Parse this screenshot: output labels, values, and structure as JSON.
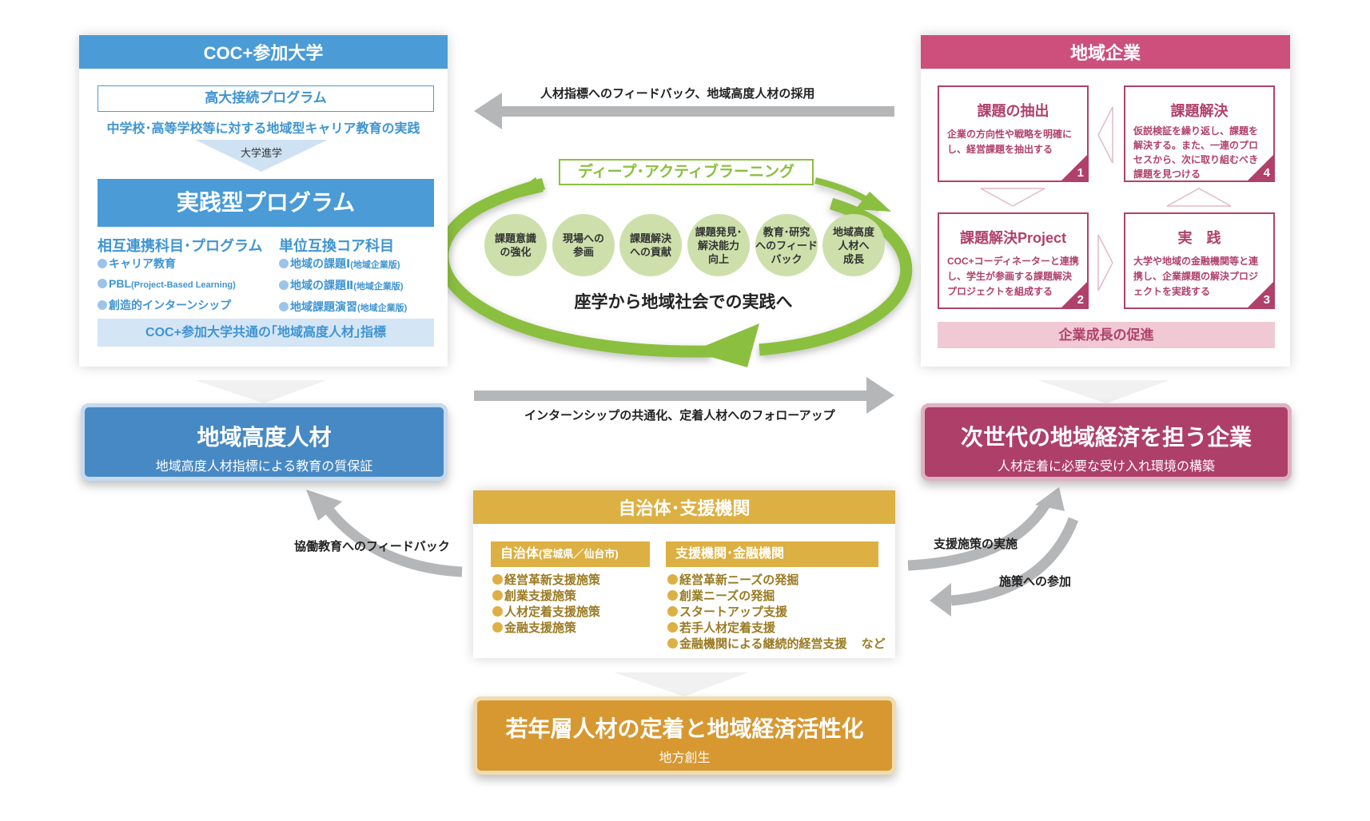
{
  "colors": {
    "university": "#4a9bd6",
    "company": "#cc4f7c",
    "government": "#dcb042",
    "result": "#d79831",
    "cycle": "#8bbf3f",
    "arrow": "#b5b6b8"
  },
  "university": {
    "title": "COC+参加大学",
    "bridge_program": "高大接続プログラム",
    "bridge_desc": "中学校･高等学校等に対する地域型キャリア教育の実践",
    "advance_label": "大学進学",
    "practical_program": "実践型プログラム",
    "col1_heading": "相互連携科目･プログラム",
    "col1_items": [
      "キャリア教育",
      "PBL",
      "創造的インターンシップ"
    ],
    "col1_pbl_note": "(Project-Based Learning)",
    "col2_heading": "単位互換コア科目",
    "col2_items": [
      "地域の課題Ⅰ",
      "地域の課題Ⅱ",
      "地域課題演習"
    ],
    "col2_note": "(地域企業版)",
    "indicator": "COC+参加大学共通の｢地域高度人材｣指標"
  },
  "company": {
    "title": "地域企業",
    "cards": [
      {
        "title": "課題の抽出",
        "text": "企業の方向性や戦略を明確にし、経営課題を抽出する",
        "num": "1"
      },
      {
        "title": "課題解決",
        "text": "仮説検証を繰り返し、課題を解決する。また、一連のプロセスから、次に取り組むべき課題を見つける",
        "num": "4"
      },
      {
        "title": "課題解決Project",
        "text": "COC+コーディネーターと連携し、学生が参画する課題解決プロジェクトを組成する",
        "num": "2"
      },
      {
        "title": "実　践",
        "text": "大学や地域の金融機関等と連携し、企業課題の解決プロジェクトを実践する",
        "num": "3"
      }
    ],
    "growth": "企業成長の促進"
  },
  "center": {
    "top_arrow_label": "人材指標へのフィードバック、地域高度人材の採用",
    "cycle_title": "ディープ･アクティブラーニング",
    "circles": [
      "課題意識\nの強化",
      "現場への\n参画",
      "課題解決\nへの貢献",
      "課題発見･\n解決能力\n向上",
      "教育･研究\nへのフィード\nバック",
      "地域高度\n人材へ\n成長"
    ],
    "cycle_caption": "座学から地域社会での実践へ",
    "bottom_arrow_label": "インターンシップの共通化、定着人材へのフォローアップ"
  },
  "talent": {
    "title": "地域高度人材",
    "subtitle": "地域高度人材指標による教育の質保証"
  },
  "enterprise": {
    "title": "次世代の地域経済を担う企業",
    "subtitle": "人材定着に必要な受け入れ環境の構築"
  },
  "government": {
    "title": "自治体･支援機関",
    "col1_heading": "自治体",
    "col1_note": "(宮城県／仙台市)",
    "col1_items": [
      "経営革新支援施策",
      "創業支援施策",
      "人材定着支援施策",
      "金融支援施策"
    ],
    "col2_heading": "支援機関･金融機関",
    "col2_items": [
      "経営革新ニーズの発掘",
      "創業ニーズの発掘",
      "スタートアップ支援",
      "若手人材定着支援",
      "金融機関による継続的経営支援"
    ],
    "col2_suffix": "など"
  },
  "labels": {
    "feedback_edu": "協働教育へのフィードバック",
    "support_impl": "支援施策の実施",
    "policy_join": "施策への参加"
  },
  "result": {
    "title": "若年層人材の定着と地域経済活性化",
    "subtitle": "地方創生"
  }
}
